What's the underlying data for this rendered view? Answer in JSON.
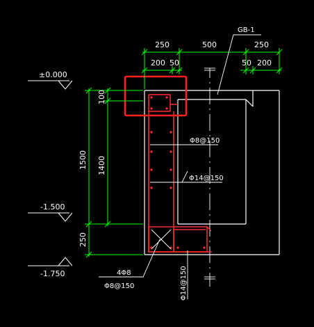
{
  "colors": {
    "background": "#000000",
    "outline": "#ffffff",
    "dimension": "#00ff00",
    "rebar": "#ff2a2a",
    "highlight": "#ff2020"
  },
  "label": {
    "component": "GB-1"
  },
  "dimensions": {
    "top_row1": [
      "250",
      "500",
      "250"
    ],
    "top_row2_left": [
      "200",
      "50"
    ],
    "top_row2_right": [
      "50",
      "200"
    ],
    "vertical_outer": [
      "1500",
      "250"
    ],
    "vertical_inner": [
      "100",
      "1400"
    ]
  },
  "levels": [
    "±0.000",
    "-1.500",
    "-1.750"
  ],
  "rebar_callouts": [
    "Φ8@150",
    "Φ14@150",
    "4Φ8",
    "Φ8@150",
    "Φ14@150"
  ]
}
